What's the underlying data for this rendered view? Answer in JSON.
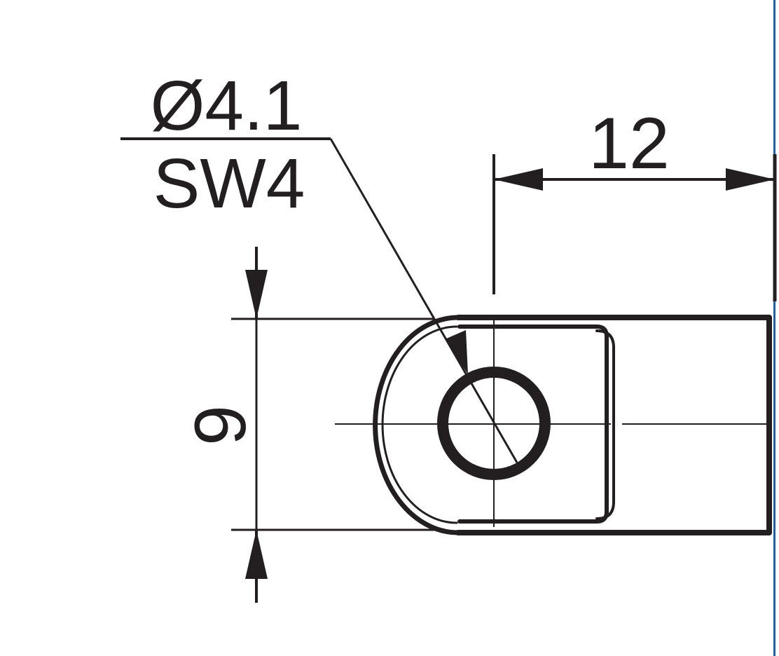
{
  "labels": {
    "hole_diameter": "Ø4.1",
    "wrench_size": "SW4",
    "length": "12",
    "height": "9"
  },
  "colors": {
    "ink": "#231f20",
    "frame_edge": "#1f5fa8",
    "background": "#ffffff"
  }
}
